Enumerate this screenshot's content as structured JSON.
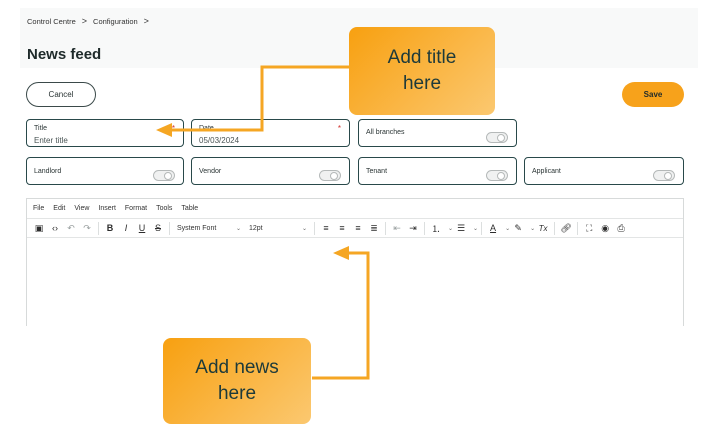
{
  "breadcrumb": {
    "items": [
      "Control Centre",
      "Configuration"
    ],
    "separator": ">"
  },
  "page": {
    "title": "News feed"
  },
  "buttons": {
    "cancel": "Cancel",
    "save": "Save"
  },
  "fields": {
    "title": {
      "label": "Title",
      "placeholder": "Enter title",
      "required_mark": "*"
    },
    "date": {
      "label": "Date",
      "value": "05/03/2024",
      "required_mark": "*"
    },
    "all_branches": {
      "label": "All branches"
    },
    "landlord": {
      "label": "Landlord"
    },
    "vendor": {
      "label": "Vendor"
    },
    "tenant": {
      "label": "Tenant"
    },
    "applicant": {
      "label": "Applicant"
    }
  },
  "editor": {
    "menu": [
      "File",
      "Edit",
      "View",
      "Insert",
      "Format",
      "Tools",
      "Table"
    ],
    "font_family": "System Font",
    "font_size": "12pt",
    "toolbar_glyphs": {
      "bold": "B",
      "italic": "I",
      "underline": "U",
      "strike": "S",
      "clear_format": "Tx",
      "text_color": "A"
    }
  },
  "callouts": {
    "title": "Add title here",
    "news": "Add news here"
  },
  "colors": {
    "accent": "#f7a21b",
    "border": "#29494a",
    "arrow": "#f5a623"
  }
}
